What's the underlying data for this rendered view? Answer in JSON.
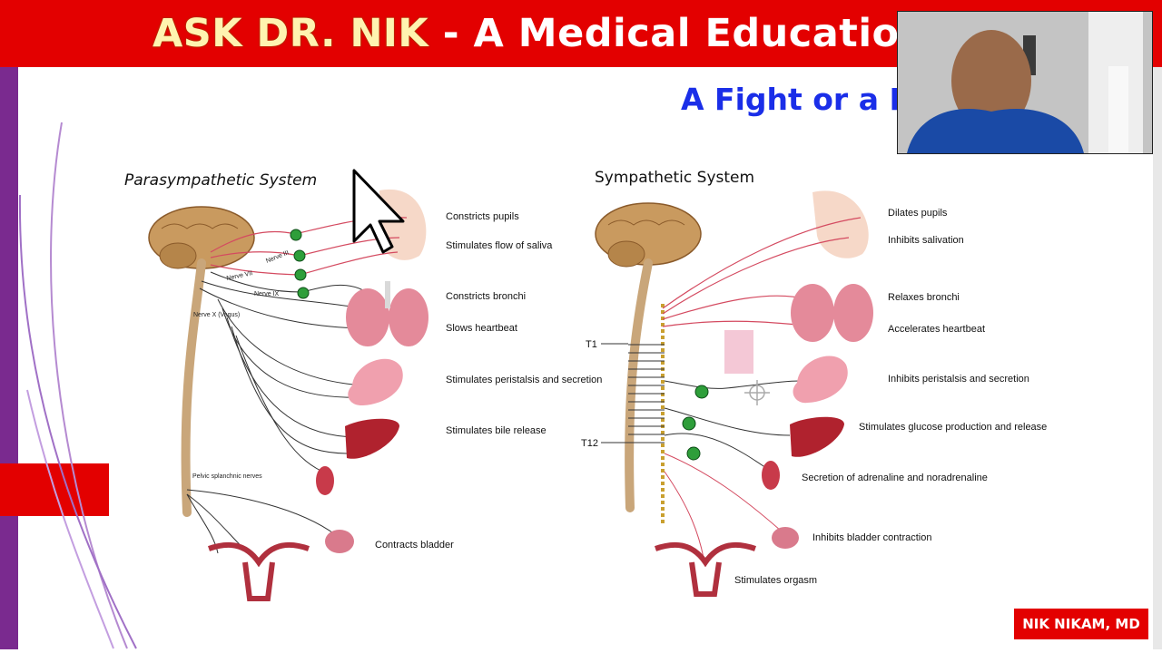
{
  "banner": {
    "prefix": "ASK DR. NIK",
    "rest": " - A Medical Educational S"
  },
  "slide_title": "A Fight or a Fl",
  "parasympathetic": {
    "heading": "Parasympathetic System",
    "nerves": [
      "Nerve III",
      "Nerve VII",
      "Nerve IX",
      "Nerve X (Vagus)",
      "Pelvic splanchnic nerves"
    ],
    "effects": [
      "Constricts pupils",
      "Stimulates flow of saliva",
      "Constricts bronchi",
      "Slows heartbeat",
      "Stimulates peristalsis and secretion",
      "Stimulates bile release",
      "Contracts bladder"
    ]
  },
  "sympathetic": {
    "heading": "Sympathetic System",
    "levels": [
      "T1",
      "T12"
    ],
    "effects": [
      "Dilates pupils",
      "Inhibits salivation",
      "Relaxes bronchi",
      "Accelerates heartbeat",
      "Inhibits peristalsis and secretion",
      "Stimulates glucose production and release",
      "Secretion of adrenaline and noradrenaline",
      "Inhibits bladder contraction",
      "Stimulates orgasm"
    ]
  },
  "name_tag": "NIK NIKAM, MD",
  "colors": {
    "banner": "#e30000",
    "title_blue": "#1a2ee8",
    "side_bar": "#7a2a8f",
    "ganglion": "#2e9e3a"
  }
}
